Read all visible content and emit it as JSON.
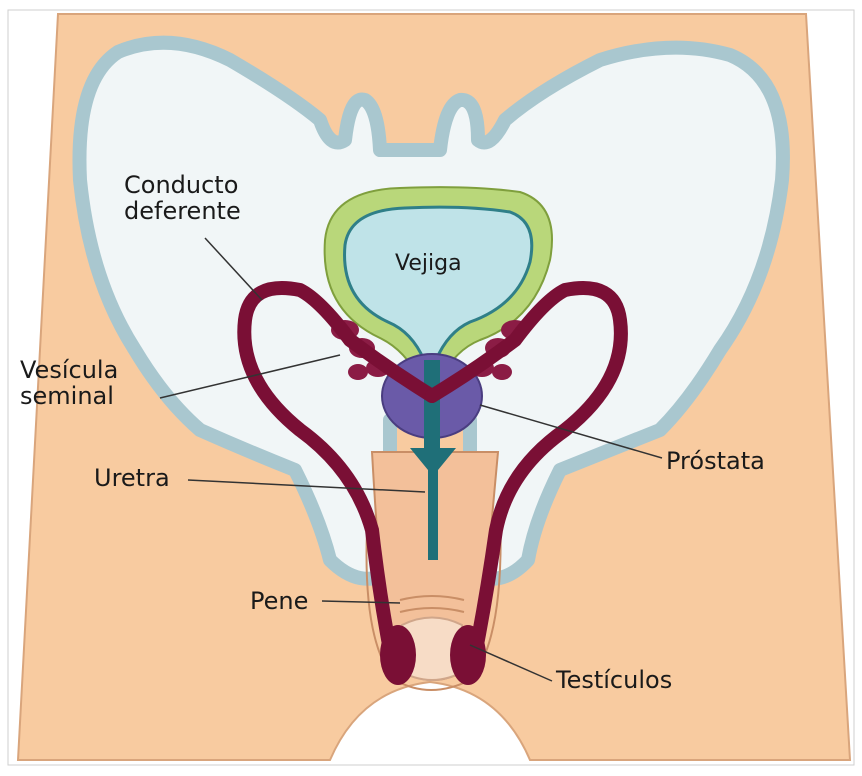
{
  "labels": {
    "conducto_deferente": "Conducto\ndeferente",
    "vejiga": "Vejiga",
    "vesicula_seminal": "Vesícula\nseminal",
    "prostata": "Próstata",
    "uretra": "Uretra",
    "pene": "Pene",
    "testiculos": "Testículos"
  },
  "colors": {
    "skin": "#f8cba0",
    "pelvis_fill": "#f1f6f7",
    "pelvis_outline": "#a9c7cf",
    "bladder_rim": "#b9d77a",
    "bladder_inner": "#bfe3e8",
    "vas_deferens": "#7a0f35",
    "prostate": "#6a5aa8",
    "urethra": "#1f6f78",
    "glans": "#f7dcc6",
    "leader_line": "#333333"
  }
}
